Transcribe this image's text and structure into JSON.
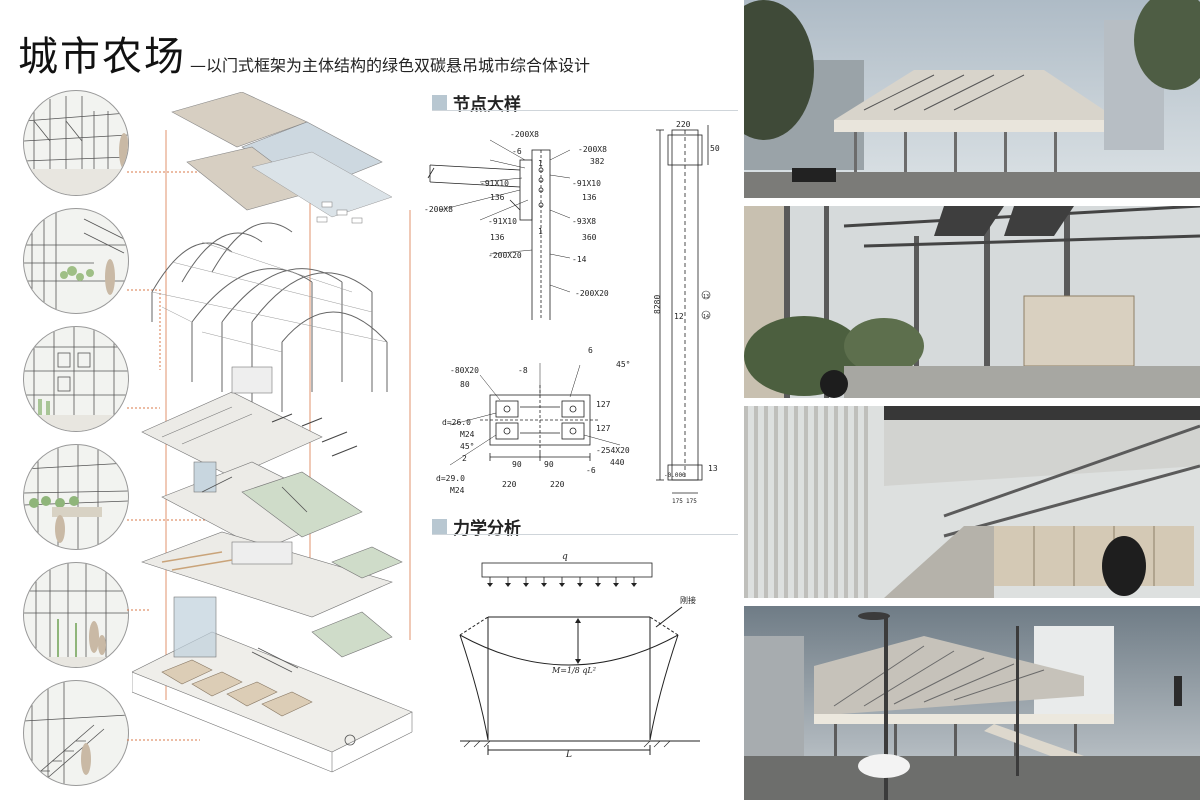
{
  "title": {
    "main": "城市农场",
    "sub": "—以门式框架为主体结构的绿色双碳悬吊城市综合体设计"
  },
  "sections": {
    "node_detail": "节点大样",
    "mechanics": "力学分析"
  },
  "node_detail_top": {
    "labels": [
      "-200X8",
      "-6",
      "-200X8",
      "382",
      "-91X10",
      "-91X10",
      "136",
      "136",
      "-200X8",
      "-91X10",
      "-93X8",
      "136",
      "360",
      "-200X20",
      "-14",
      "-200X20",
      "1",
      "1"
    ]
  },
  "node_detail_bottom": {
    "labels": [
      "-80X20",
      "-8",
      "6",
      "45°",
      "80",
      "d=26.0",
      "M24",
      "45°",
      "2",
      "127",
      "127",
      "-254X20",
      "440",
      "d=29.0",
      "M24",
      "90",
      "90",
      "220",
      "220",
      "-6"
    ]
  },
  "column_elevation": {
    "labels": [
      "220",
      "50",
      "8280",
      "12",
      "13",
      "14",
      "13",
      "-0.000",
      "175",
      "175"
    ]
  },
  "mechanics": {
    "load_label": "q",
    "moment_label": "M=1/8 qL²",
    "span_label": "L",
    "joint_label": "刚接"
  },
  "colors": {
    "accent": "#b8c7d1",
    "leader": "#d9784a",
    "floor": "#e6e3dc",
    "green_floor": "#cfdcc9"
  }
}
